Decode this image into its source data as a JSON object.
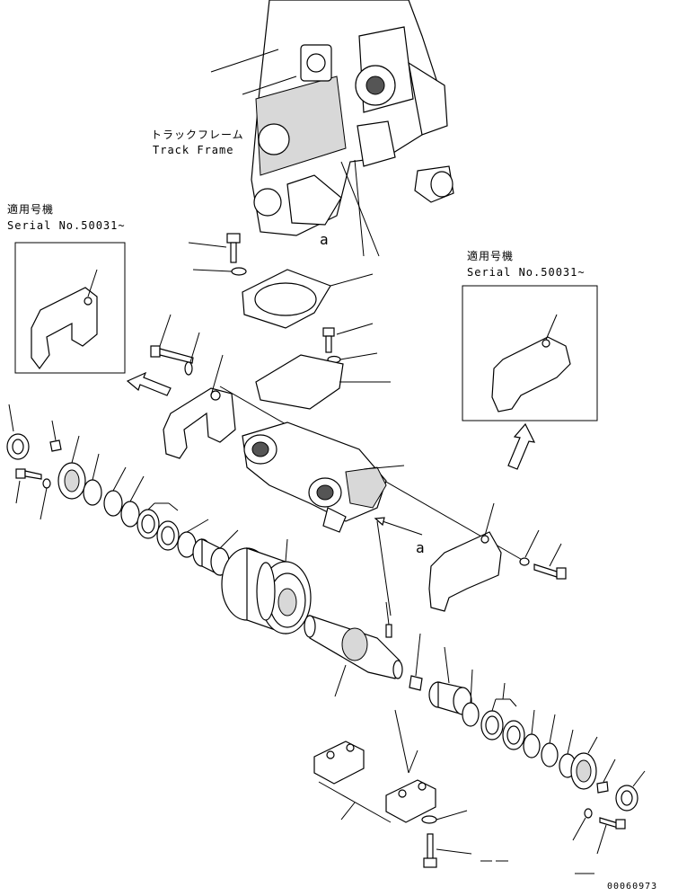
{
  "track_frame": {
    "label_jp": "トラックフレーム",
    "label_en": "Track Frame"
  },
  "ref_marks": {
    "mark_a_top": "a",
    "mark_a_side": "a"
  },
  "left_inset": {
    "applicable_jp": "適用号機",
    "serial": "Serial No.50031~"
  },
  "right_inset": {
    "applicable_jp": "適用号機",
    "serial": "Serial No.50031~"
  },
  "figure_code": "00060973"
}
